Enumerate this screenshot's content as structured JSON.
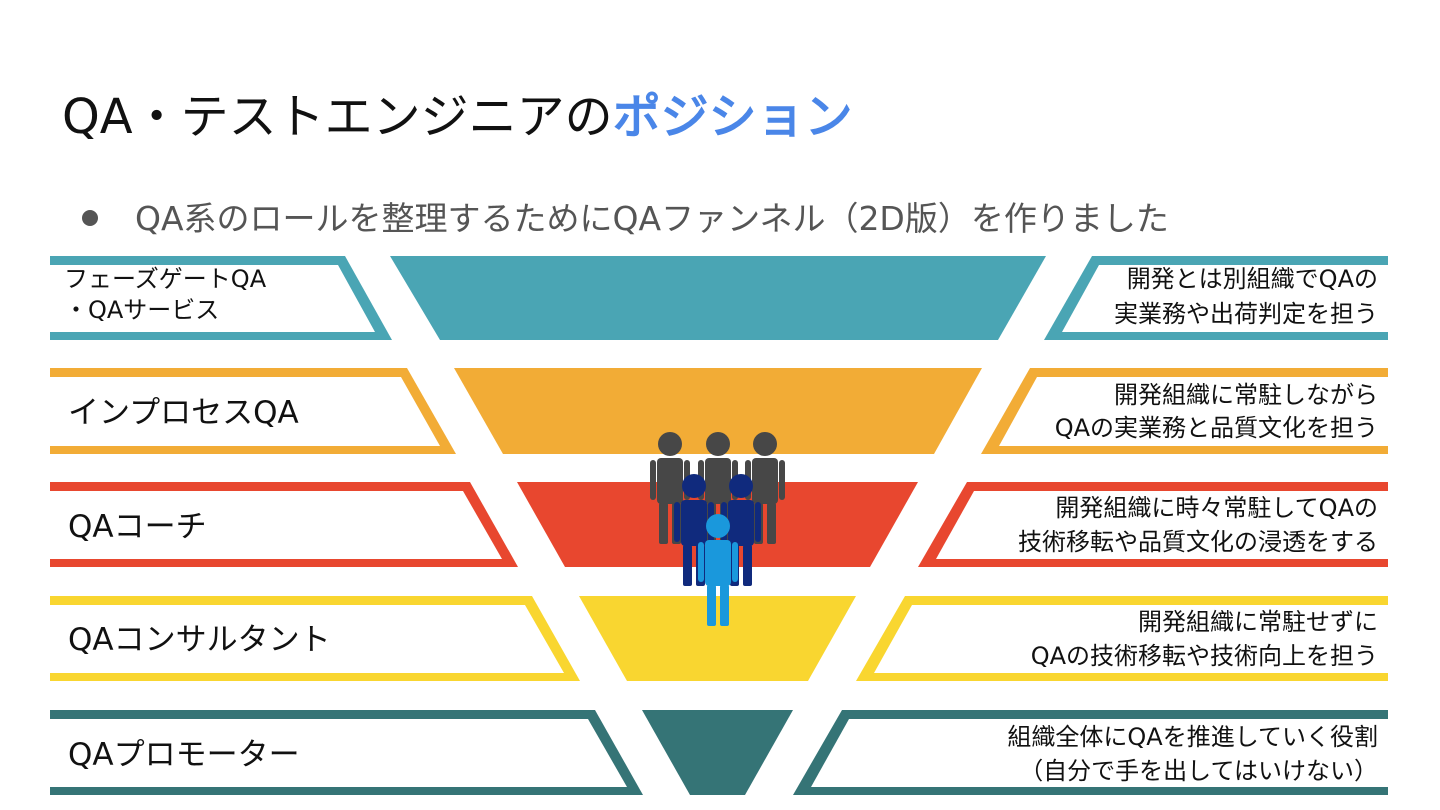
{
  "title": {
    "main": "QA・テストエンジニアの",
    "accent": "ポジション"
  },
  "bullet": "QA系のロールを整理するためにQAファンネル（2D版）を作りました",
  "colors": {
    "accent": "#4a86e8",
    "teal": "#4aa5b4",
    "orange": "#f2ac36",
    "red": "#e8472f",
    "yellow": "#f9d630",
    "dark_teal": "#357476",
    "people_gray": "#474747",
    "people_navy": "#102a7d",
    "people_blue": "#1a98dc"
  },
  "tiers": [
    {
      "name": "フェーズゲートQA",
      "name2": "・QAサービス",
      "desc1": "開発とは別組織でQAの",
      "desc2": "実業務や出荷判定を担う"
    },
    {
      "name": "インプロセスQA",
      "name2": "",
      "desc1": "開発組織に常駐しながら",
      "desc2": "QAの実業務と品質文化を担う"
    },
    {
      "name": "QAコーチ",
      "name2": "",
      "desc1": "開発組織に時々常駐してQAの",
      "desc2": "技術移転や品質文化の浸透をする"
    },
    {
      "name": "QAコンサルタント",
      "name2": "",
      "desc1": "開発組織に常駐せずに",
      "desc2": "QAの技術移転や技術向上を担う"
    },
    {
      "name": "QAプロモーター",
      "name2": "",
      "desc1": "組織全体にQAを推進していく役割",
      "desc2": "（自分で手を出してはいけない）"
    }
  ]
}
